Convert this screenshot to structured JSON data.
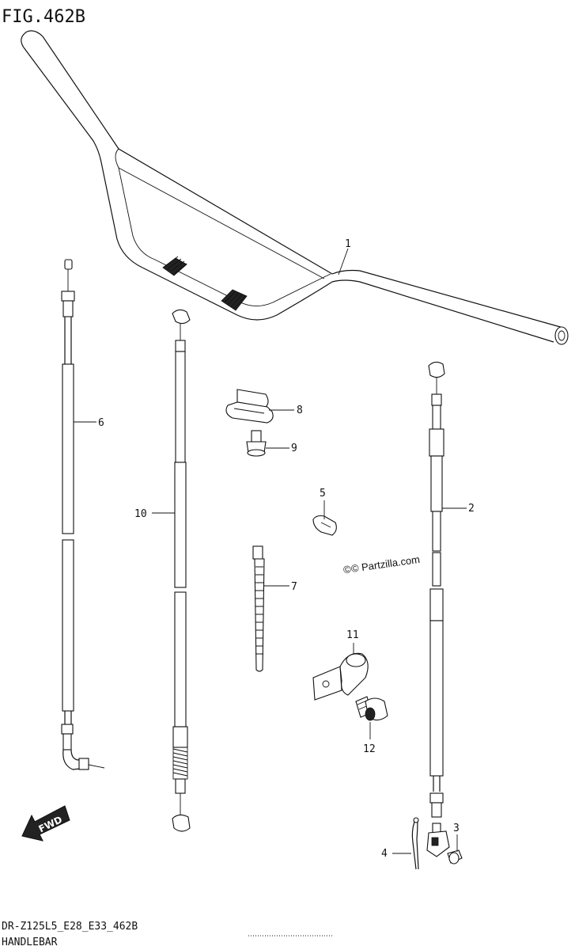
{
  "figure": {
    "title": "FIG.462B"
  },
  "footer": {
    "code": "DR-Z125L5_E28_E33_462B",
    "caption": "HANDLEBAR"
  },
  "watermark": {
    "text": "© Partzilla.com"
  },
  "fwd_badge": {
    "text": "FWD"
  },
  "callouts": {
    "c1": "1",
    "c2": "2",
    "c3": "3",
    "c4": "4",
    "c5": "5",
    "c6": "6",
    "c7": "7",
    "c8": "8",
    "c9": "9",
    "c10": "10",
    "c11": "11",
    "c12": "12"
  },
  "icons": {
    "fwd": "fwd-arrow-icon",
    "copyright": "copyright-icon"
  }
}
